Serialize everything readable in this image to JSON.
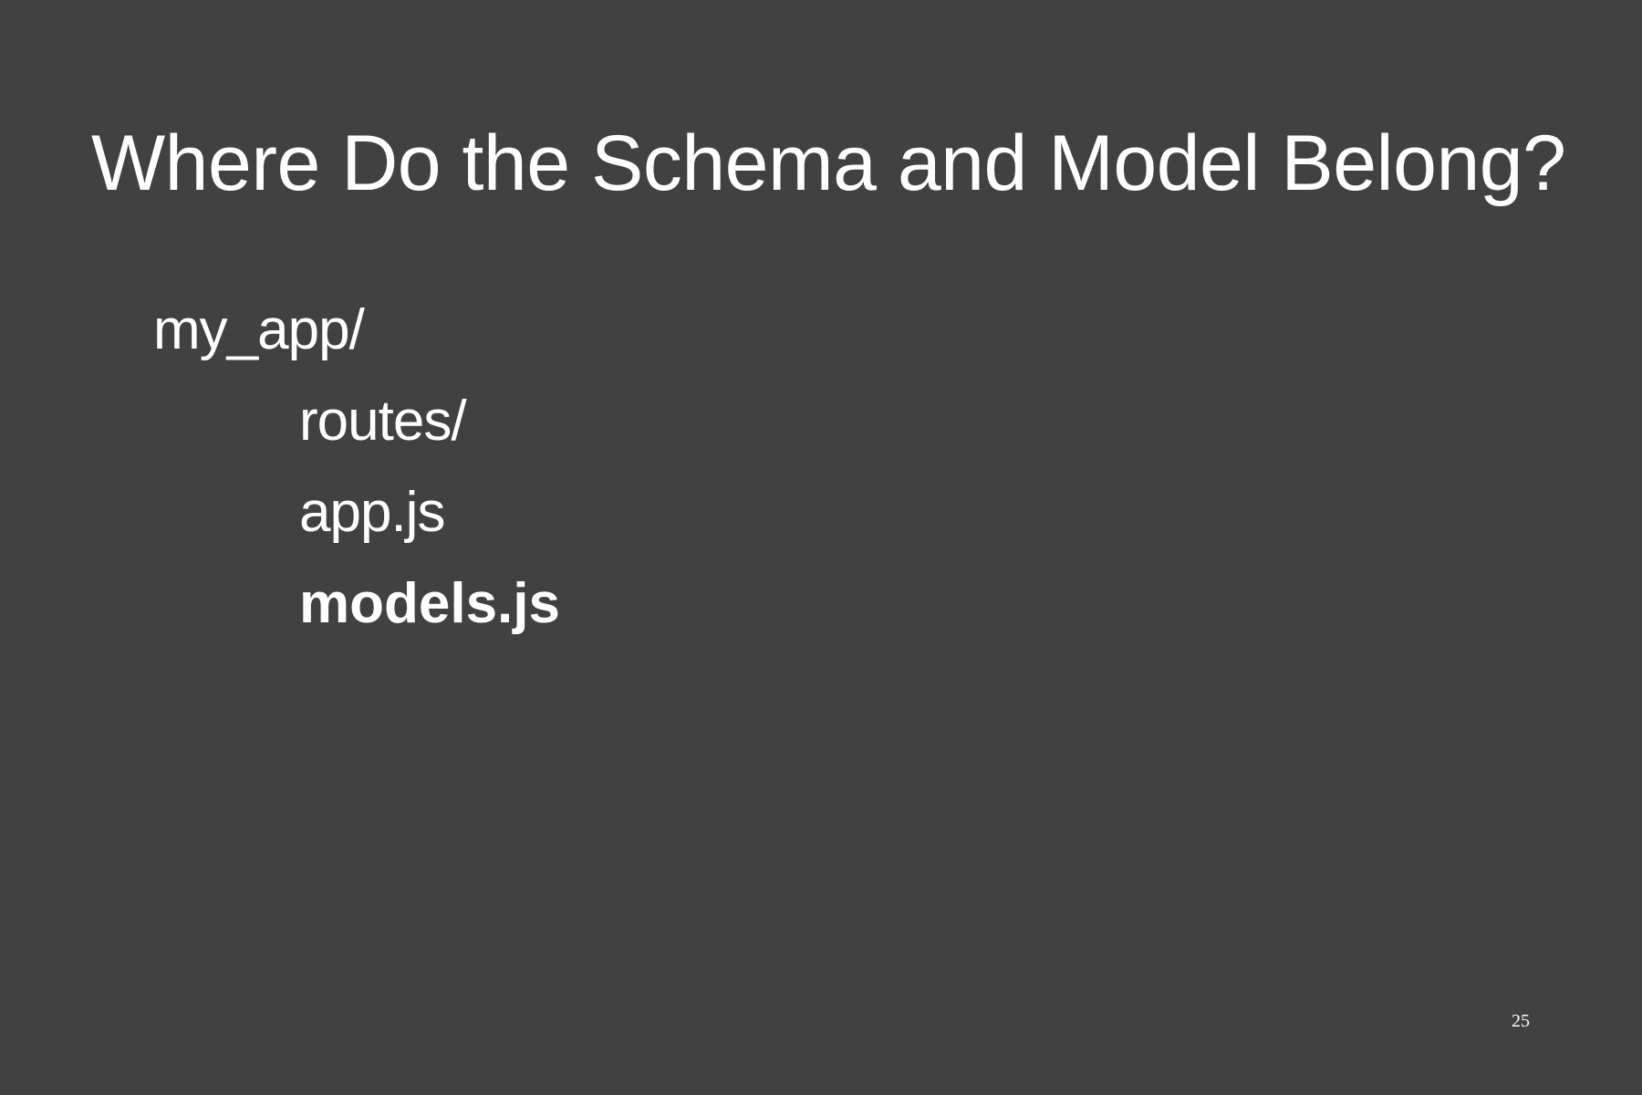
{
  "slide": {
    "title": "Where Do the Schema and Model Belong?",
    "file_tree": [
      {
        "label": "my_app/",
        "depth": 0,
        "bold": false
      },
      {
        "label": "routes/",
        "depth": 1,
        "bold": false
      },
      {
        "label": "app.js",
        "depth": 1,
        "bold": false
      },
      {
        "label": "models.js",
        "depth": 1,
        "bold": true
      }
    ],
    "slide_number": "25"
  },
  "colors": {
    "background": "#414141",
    "text": "#ffffff"
  }
}
